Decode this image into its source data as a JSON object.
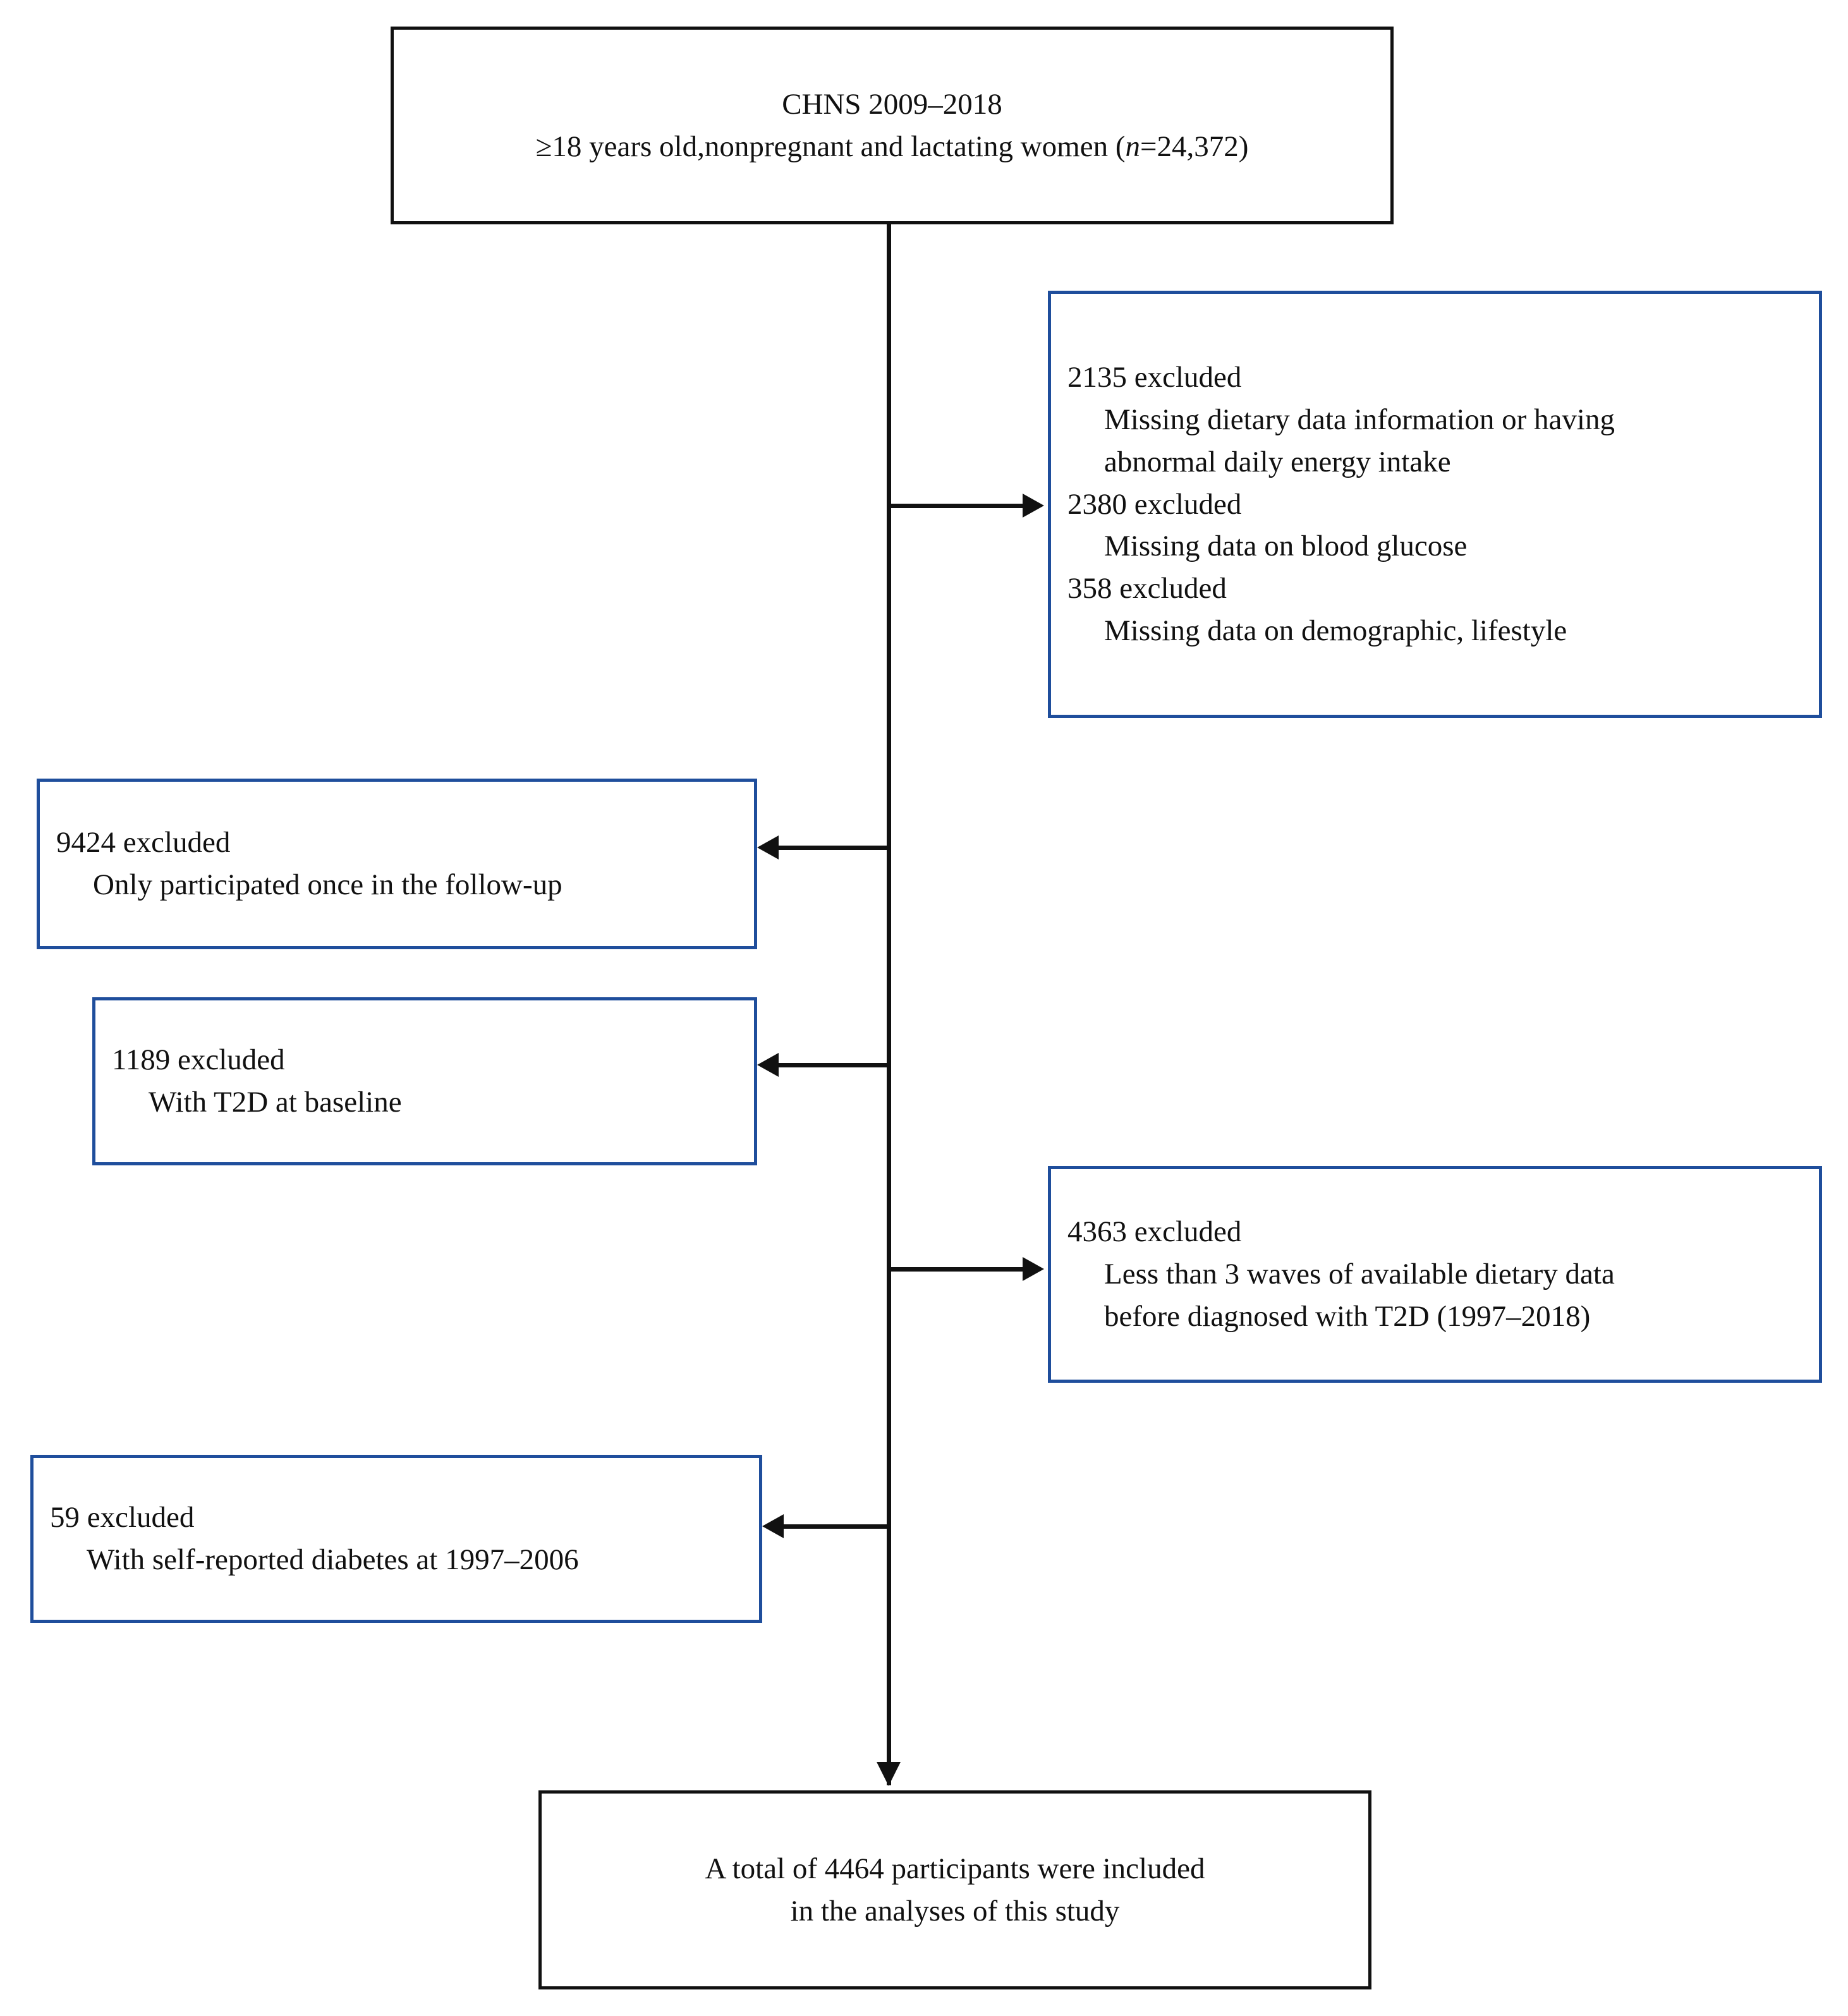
{
  "figure": {
    "type": "flowchart",
    "orientation": "top-to-bottom",
    "accent_color": "#1f4e9c",
    "line_color": "#111111",
    "background": "#ffffff"
  },
  "source_box": {
    "line1": "CHNS 2009–2018",
    "line2_pre": "≥18 years old,nonpregnant and lactating women (",
    "line2_ital": "n",
    "line2_post": "=24,372)"
  },
  "exclusions": {
    "right_1": {
      "l1": "2135 excluded",
      "l2": "Missing dietary data information or having",
      "l3": "abnormal daily energy intake",
      "l4": "2380 excluded",
      "l5": "Missing data on blood glucose",
      "l6": "358 excluded",
      "l7": "Missing data on demographic, lifestyle"
    },
    "left_1": {
      "l1": "9424 excluded",
      "l2": "Only participated once in the follow-up"
    },
    "left_2": {
      "l1": "1189 excluded",
      "l2": "With T2D at baseline"
    },
    "right_2": {
      "l1": "4363 excluded",
      "l2": "Less than 3 waves of available dietary data",
      "l3": "before diagnosed with T2D (1997–2018)"
    },
    "left_3": {
      "l1": "59 excluded",
      "l2": "With self-reported diabetes at 1997–2006"
    }
  },
  "result_box": {
    "line1": "A total of 4464 participants were included",
    "line2": "in the analyses of this study"
  },
  "counts": {
    "initial_n": 24372,
    "excluded_missing_dietary": 2135,
    "excluded_missing_glucose": 2380,
    "excluded_missing_demographic": 358,
    "excluded_single_followup": 9424,
    "excluded_t2d_baseline": 1189,
    "excluded_few_waves": 4363,
    "excluded_self_reported_dm": 59,
    "final_n": 4464
  }
}
